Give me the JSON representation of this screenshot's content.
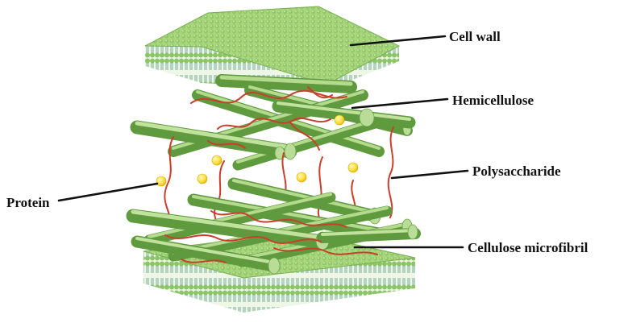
{
  "labels": {
    "cell_wall": "Cell wall",
    "hemicellulose": "Hemicellulose",
    "polysaccharide": "Polysaccharide",
    "protein": "Protein",
    "cellulose_microfibril": "Cellulose microfibril"
  },
  "colors": {
    "membrane_top": "#a8d57f",
    "membrane_head": "#8cc468",
    "membrane_tail": "#7faf9e",
    "fibril_body": "#8cc163",
    "fibril_highlight": "#c6e6a3",
    "fibril_end": "#b9dd96",
    "polysaccharide_strand": "#c8402b",
    "protein_bead": "#ffe14a",
    "label_text": "#111111"
  }
}
